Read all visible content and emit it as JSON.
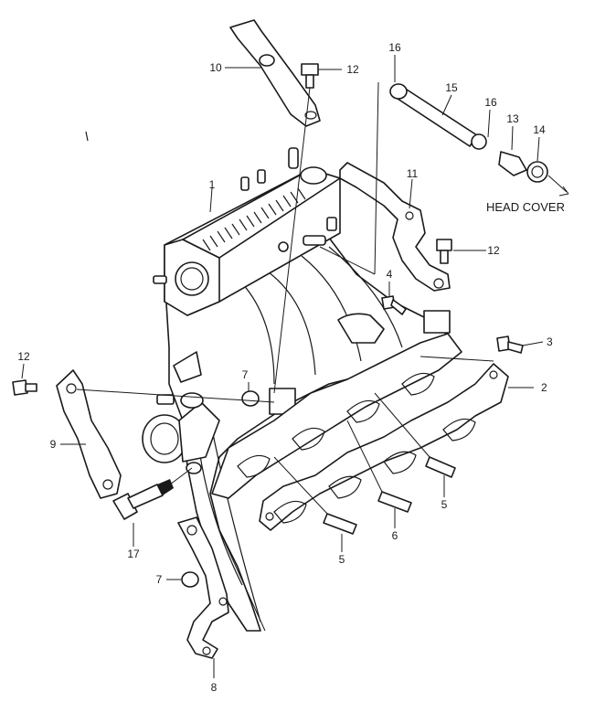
{
  "callouts": {
    "c1": "1",
    "c2": "2",
    "c3": "3",
    "c4": "4",
    "c5a": "5",
    "c5b": "5",
    "c6": "6",
    "c7a": "7",
    "c7b": "7",
    "c8": "8",
    "c9": "9",
    "c10": "10",
    "c11": "11",
    "c12a": "12",
    "c12b": "12",
    "c12c": "12",
    "c13": "13",
    "c14": "14",
    "c15": "15",
    "c16a": "16",
    "c16b": "16",
    "c17": "17"
  },
  "annotation": "HEAD COVER"
}
